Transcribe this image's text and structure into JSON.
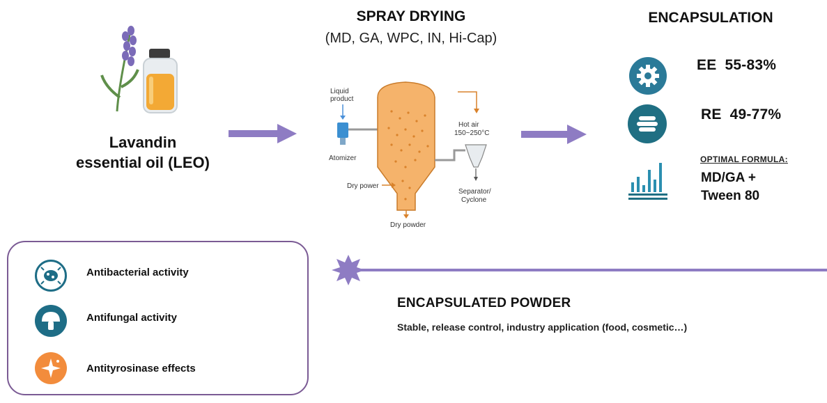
{
  "leo": {
    "label_line1": "Lavandin",
    "label_line2": "essential oil (LEO)"
  },
  "spray_drying": {
    "title": "SPRAY DRYING",
    "subtitle": "(MD, GA, WPC, IN, Hi-Cap)",
    "diagram_labels": {
      "liquid_line1": "Liquid",
      "liquid_line2": "product",
      "atomizer": "Atomizer",
      "hot_air_line1": "Hot air",
      "hot_air_line2": "150~250°C",
      "dry_power": "Dry power",
      "separator_line1": "Separator/",
      "separator_line2": "Cyclone",
      "dry_powder": "Dry powder"
    }
  },
  "encapsulation": {
    "title": "ENCAPSULATION",
    "ee": {
      "label": "EE",
      "value": "55-83%"
    },
    "re": {
      "label": "RE",
      "value": "49-77%"
    },
    "optimal_label": "OPTIMAL FORMULA:",
    "formula_line1": "MD/GA +",
    "formula_line2": "Tween 80"
  },
  "activities": [
    {
      "label": "Antibacterial activity",
      "icon": "bacteria-icon",
      "color": "#1e6d86"
    },
    {
      "label": "Antifungal activity",
      "icon": "mushroom-icon",
      "color": "#1e6d86"
    },
    {
      "label": "Antityrosinase effects",
      "icon": "sparkle-icon",
      "color": "#f28c3c"
    }
  ],
  "powder": {
    "title": "ENCAPSULATED POWDER",
    "description": "Stable, release control,  industry application (food, cosmetic…)"
  },
  "colors": {
    "arrow": "#8e7cc3",
    "box_border": "#7a5a94",
    "teal": "#1e6d86",
    "orange": "#f28c3c",
    "chamber": "#f5b36b"
  }
}
